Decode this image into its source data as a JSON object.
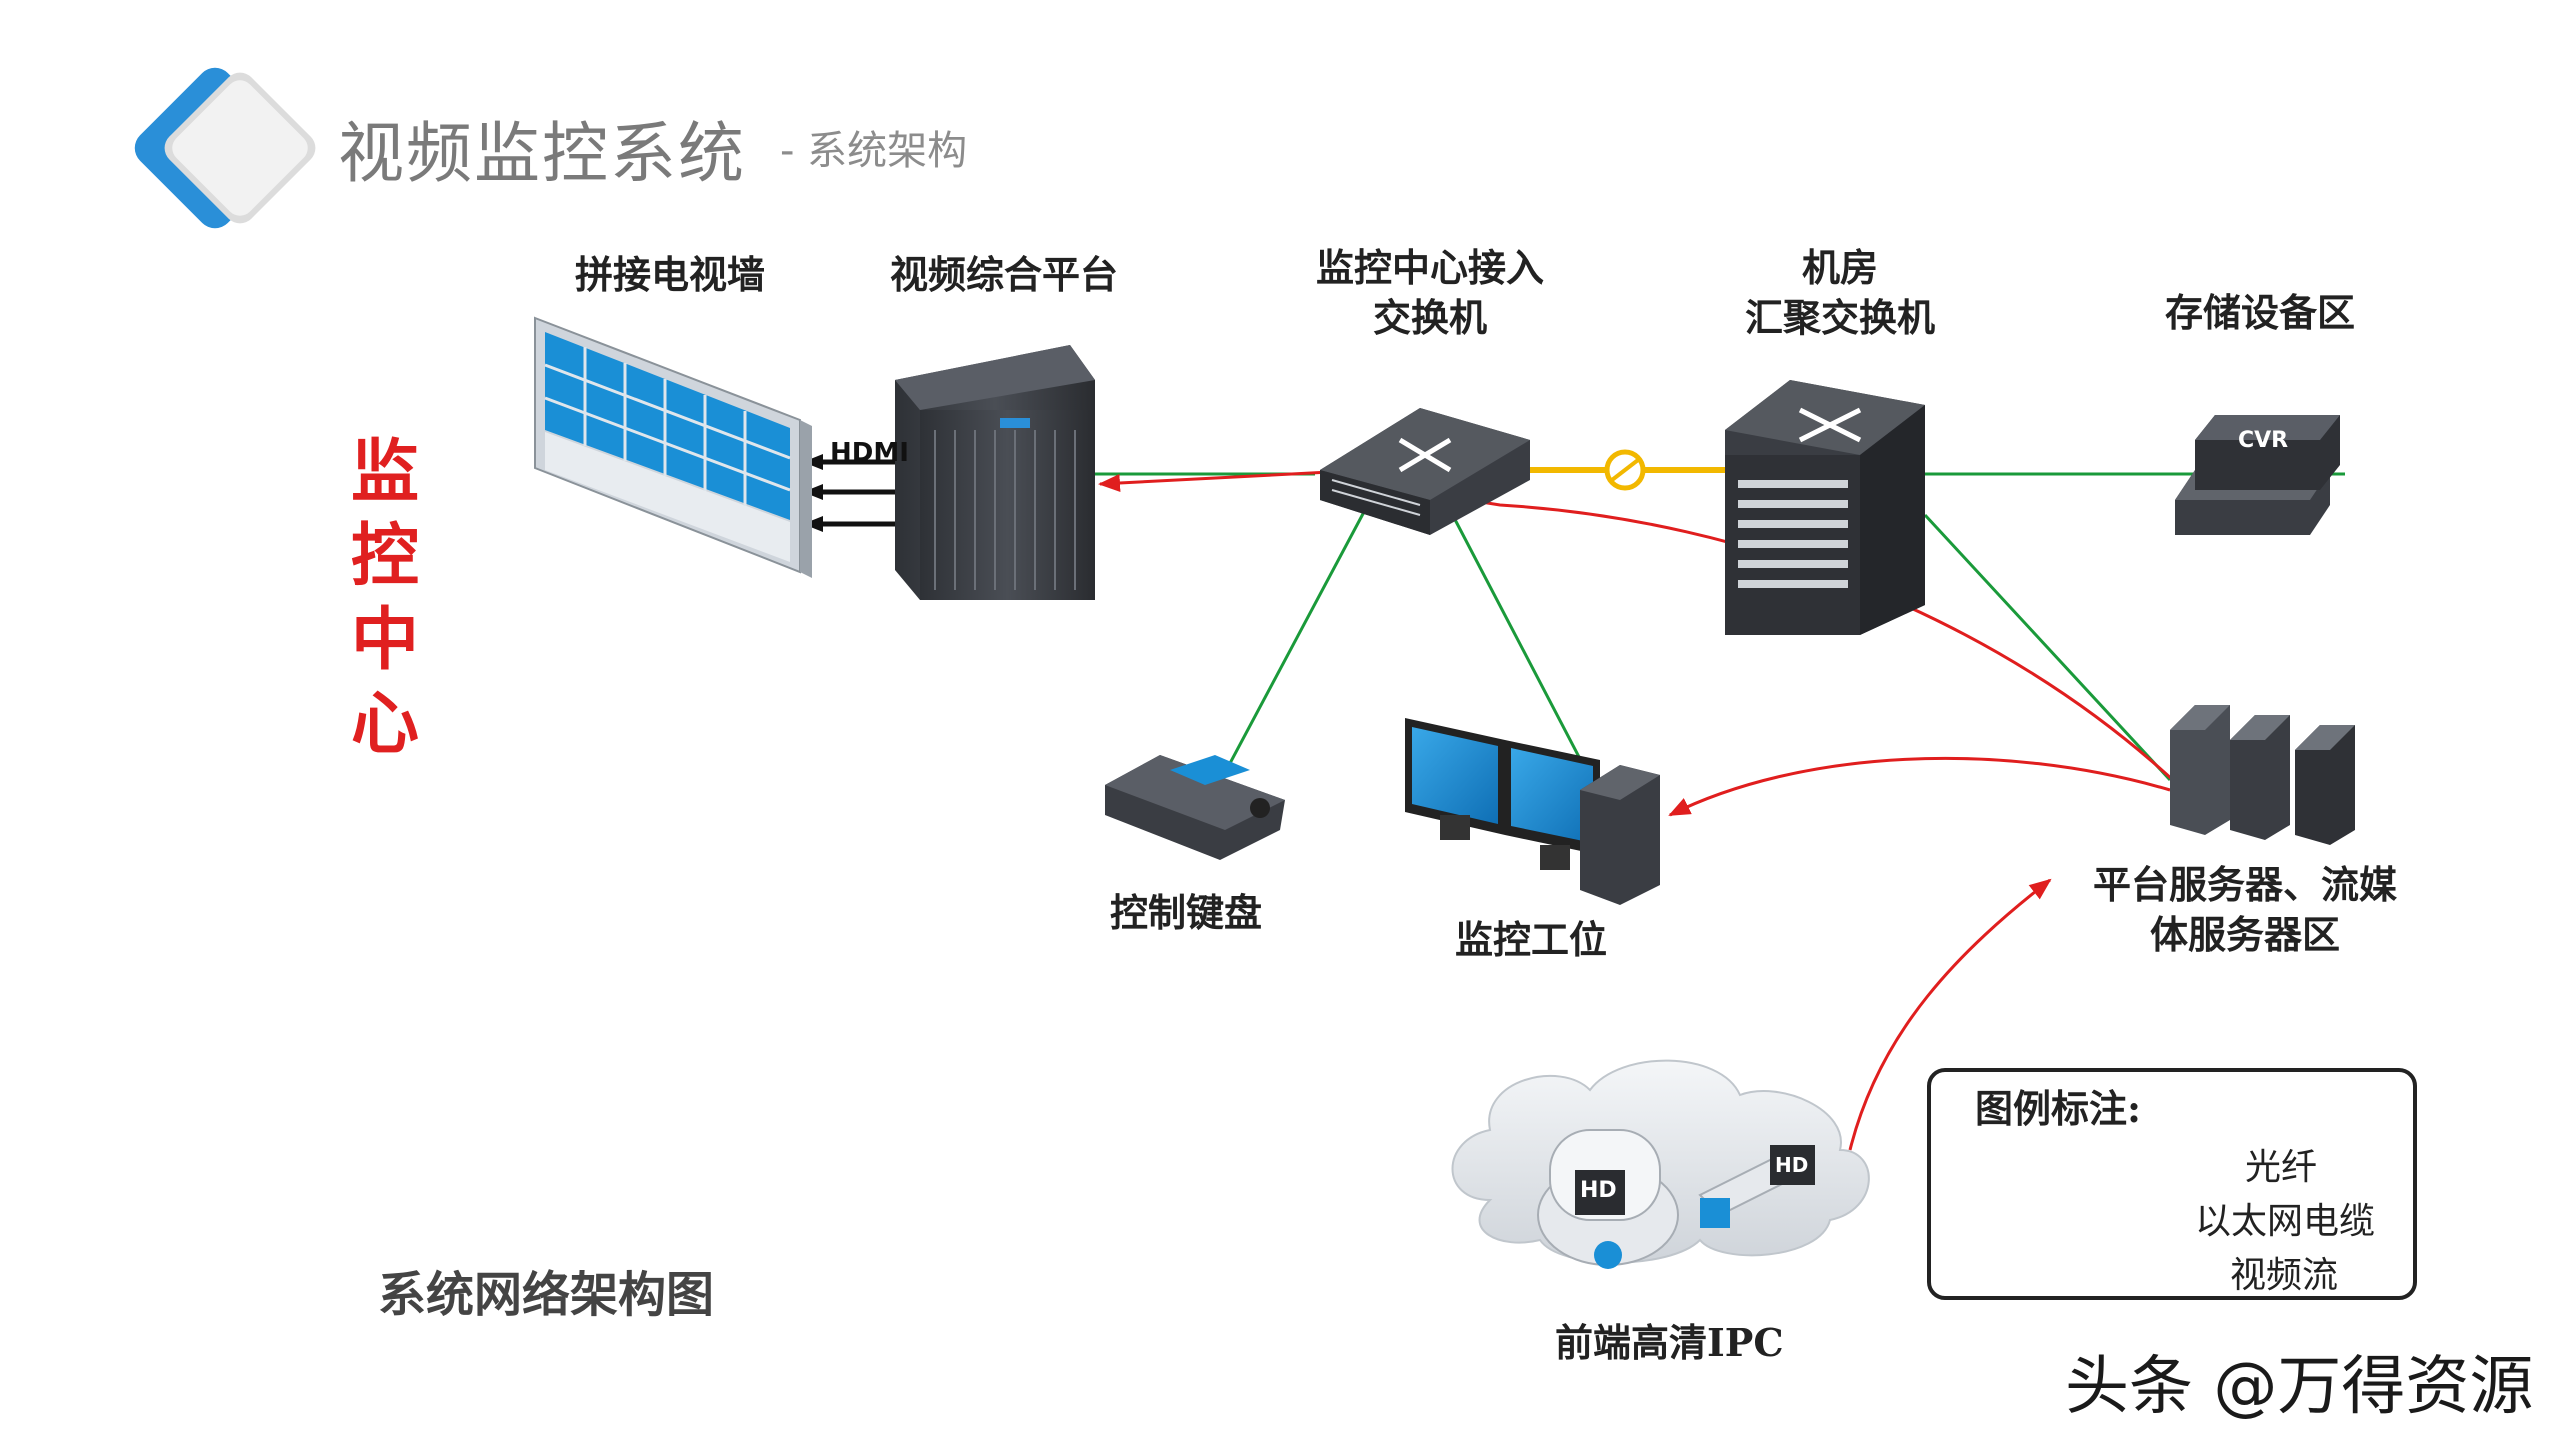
{
  "header": {
    "title": "视频监控系统",
    "subtitle": "- 系统架构"
  },
  "side_label": [
    "监",
    "控",
    "中",
    "心"
  ],
  "devices": {
    "tv_wall": "拼接电视墙",
    "platform": "视频综合平台",
    "access_switch_line1": "监控中心接入",
    "access_switch_line2": "交换机",
    "core_switch_line1": "机房",
    "core_switch_line2": "汇聚交换机",
    "storage": "存储设备区",
    "cvr": "CVR",
    "hdmi": "HDMI",
    "keyboard": "控制键盘",
    "workstation": "监控工位",
    "servers_line1": "平台服务器、流媒",
    "servers_line2": "体服务器区",
    "ipc": "前端高清IPC",
    "hd_badge": "HD"
  },
  "legend": {
    "title": "图例标注:",
    "items": [
      {
        "label": "光纤",
        "color": "#f2b800"
      },
      {
        "label": "以太网电缆",
        "color": "#1a9a3a"
      },
      {
        "label": "视频流",
        "color": "#e01e1e"
      }
    ]
  },
  "caption": "系统网络架构图",
  "watermark": "头条 @万得资源",
  "colors": {
    "fiber": "#f2b800",
    "ethernet": "#1a9a3a",
    "video": "#e01e1e",
    "screen_blue": "#1a8fd6",
    "logo_blue": "#2a8fd8"
  }
}
